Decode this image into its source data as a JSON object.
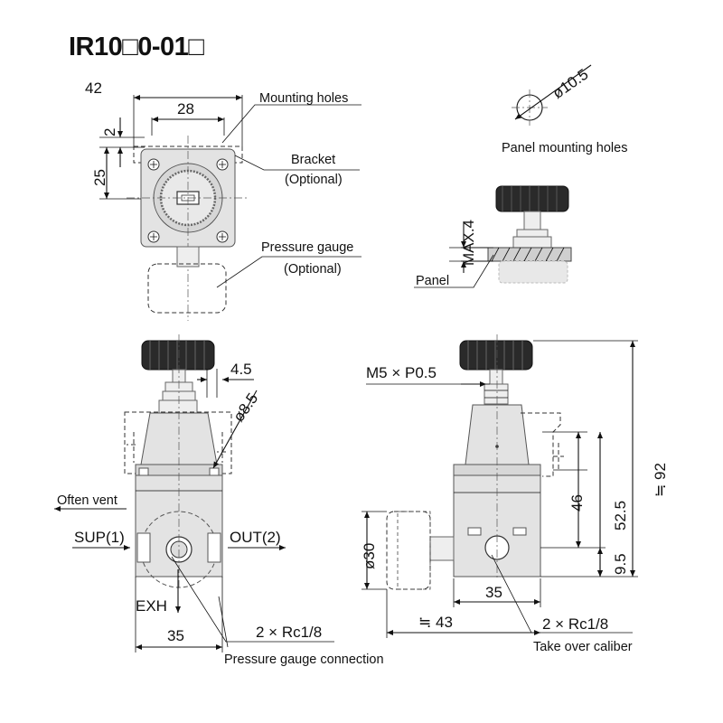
{
  "title": "IR10□0-01□",
  "top_view": {
    "dim_width": "42",
    "dim_hole_pitch": "28",
    "dim_offset": "2",
    "dim_height": "25",
    "label_mounting_holes": "Mounting holes",
    "label_bracket": "Bracket",
    "label_bracket_opt": "(Optional)",
    "label_gauge": "Pressure gauge",
    "label_gauge_opt": "(Optional)"
  },
  "panel_holes": {
    "dim_diameter": "ø10.5",
    "caption": "Panel mounting holes"
  },
  "panel_mount": {
    "dim_max": "MAX.4",
    "label_panel": "Panel"
  },
  "front_view": {
    "dim_4_5": "4.5",
    "dim_8_5": "ø8.5",
    "label_often_vent": "Often vent",
    "label_sup": "SUP(1)",
    "label_out": "OUT(2)",
    "label_exh": "EXH",
    "dim_width": "35",
    "dim_port": "2 × Rc1/8",
    "label_gauge_conn": "Pressure gauge connection"
  },
  "side_view": {
    "label_thread": "M5 × P0.5",
    "dim_height_total": "≒ 92",
    "dim_52_5": "52.5",
    "dim_46": "46",
    "dim_9_5": "9.5",
    "dim_gauge_dia": "ø30",
    "dim_body_width": "35",
    "dim_overall": "≒ 43",
    "dim_port": "2 × Rc1/8",
    "label_take_over": "Take over caliber"
  }
}
